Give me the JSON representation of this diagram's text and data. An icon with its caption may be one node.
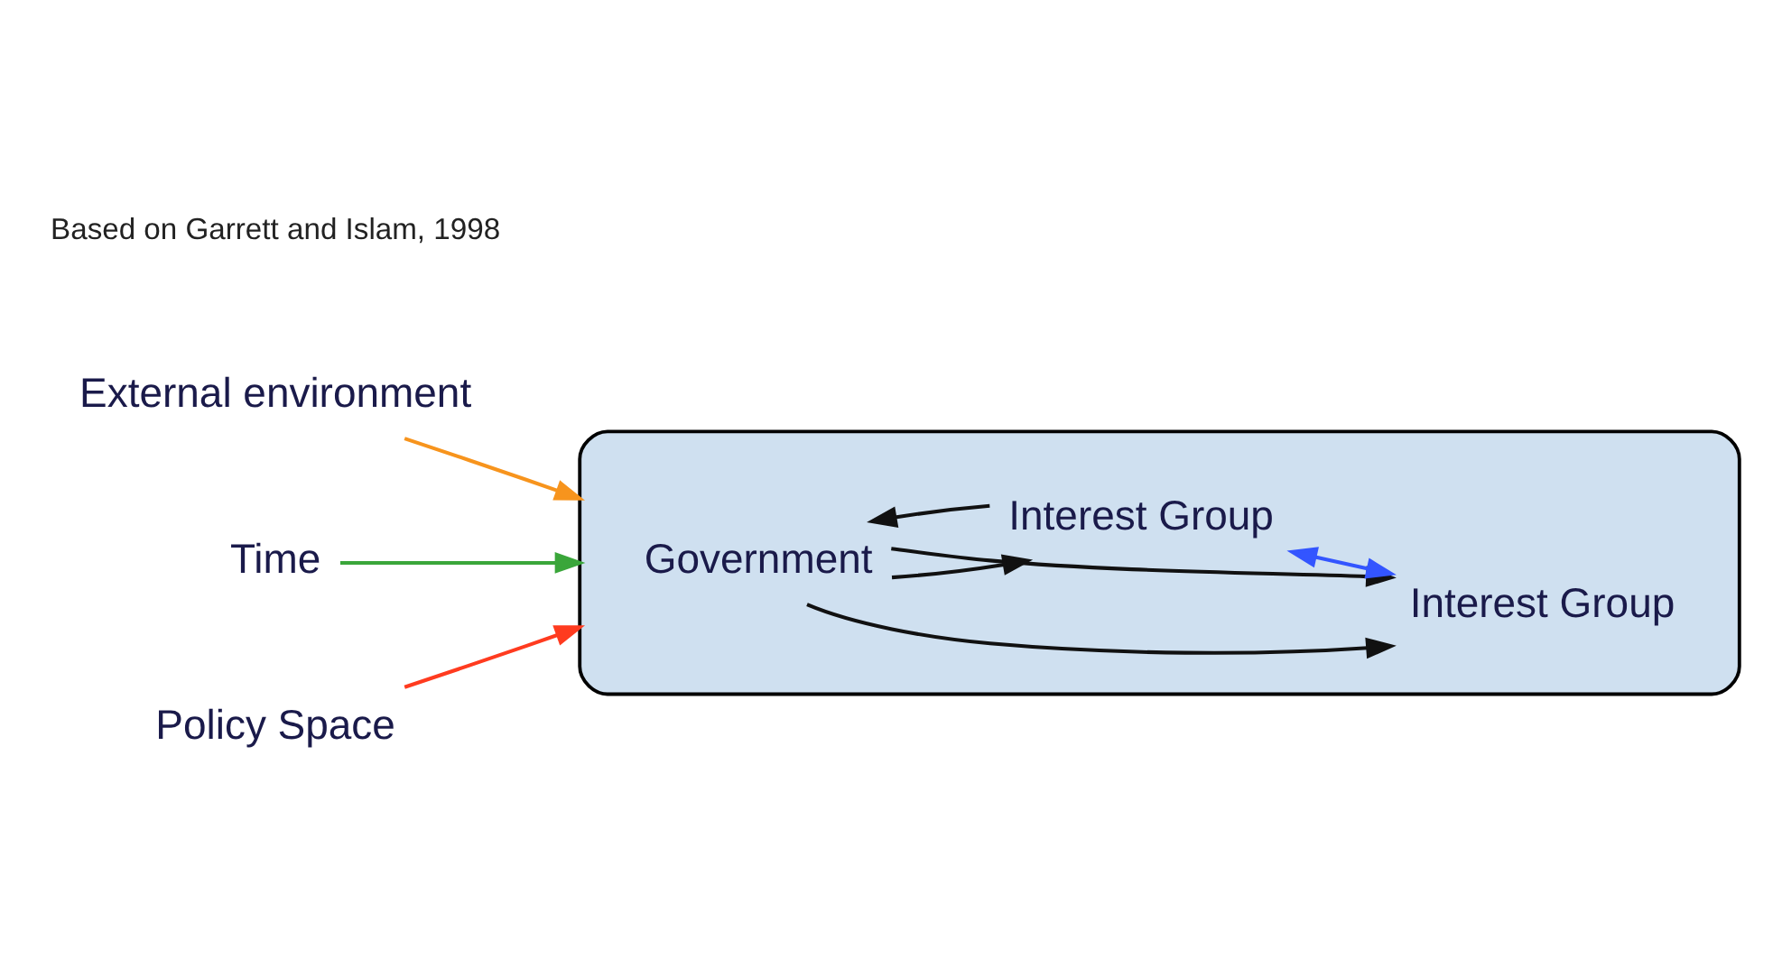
{
  "diagram": {
    "nodes": [
      {
        "text": [
          "External environment"
        ]
      },
      {
        "text": [],
        "shape": "cloud"
      },
      {
        "text": [
          "Government"
        ],
        "in": 1
      },
      {
        "text": [
          "Interest Group"
        ],
        "in": 1
      },
      {
        "text": [
          "Time"
        ]
      },
      {
        "text": [
          "Interest Group"
        ],
        "in": 1
      },
      {
        "text": [
          "Policy Space"
        ]
      }
    ],
    "edges": [
      {
        "from": 0,
        "to": 1,
        "arrow": "to",
        "color": "#f7941d"
      },
      {
        "from": 4,
        "to": 1,
        "arrow": "to",
        "color": "#3aa63a"
      },
      {
        "from": 2,
        "to": 5,
        "arrow": "to"
      },
      {
        "from": 5,
        "to": 2,
        "arrow": "to"
      },
      {
        "from": 2,
        "to": 3,
        "arrow": "to"
      },
      {
        "from": 2,
        "to": 3,
        "arrow": "to"
      },
      {
        "from": 5,
        "to": 3,
        "arrow": "both",
        "color": "#3355ff"
      },
      {
        "from": 6,
        "to": 1,
        "arrow": "to",
        "color": "#ff3b1f"
      }
    ],
    "labels": [
      "Based on Garrett and Islam, 1998"
    ]
  }
}
